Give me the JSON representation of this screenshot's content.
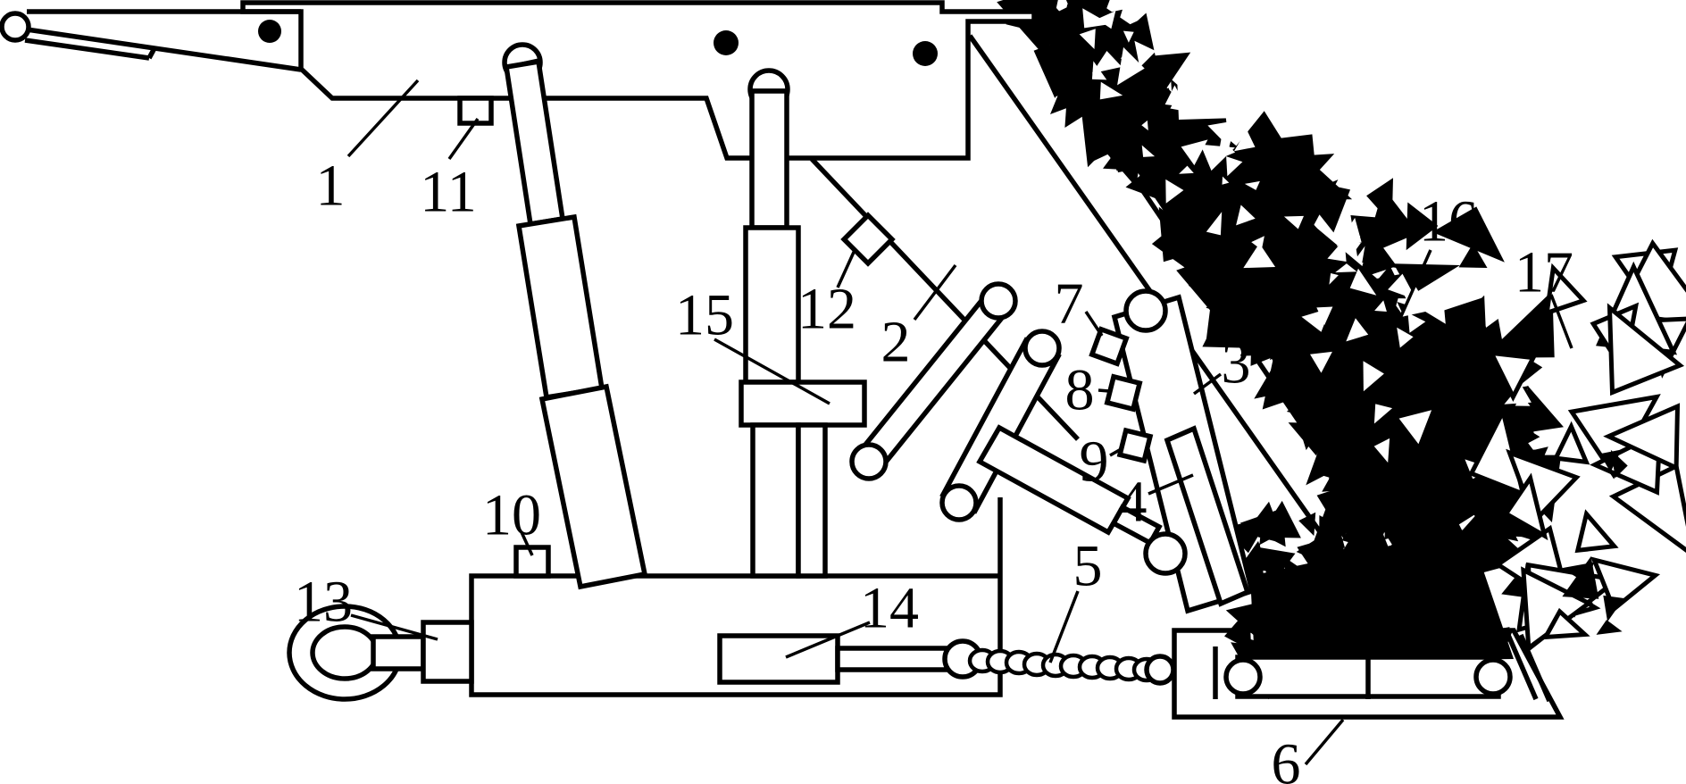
{
  "figure": {
    "ink_color": "#000000",
    "paper_color": "#ffffff",
    "labels": {
      "1": "1",
      "2": "2",
      "3": "3",
      "4": "4",
      "5": "5",
      "6": "6",
      "7": "7",
      "8": "8",
      "9": "9",
      "10": "10",
      "11": "11",
      "12": "12",
      "13": "13",
      "14": "14",
      "15": "15",
      "16": "16",
      "17": "17"
    }
  }
}
